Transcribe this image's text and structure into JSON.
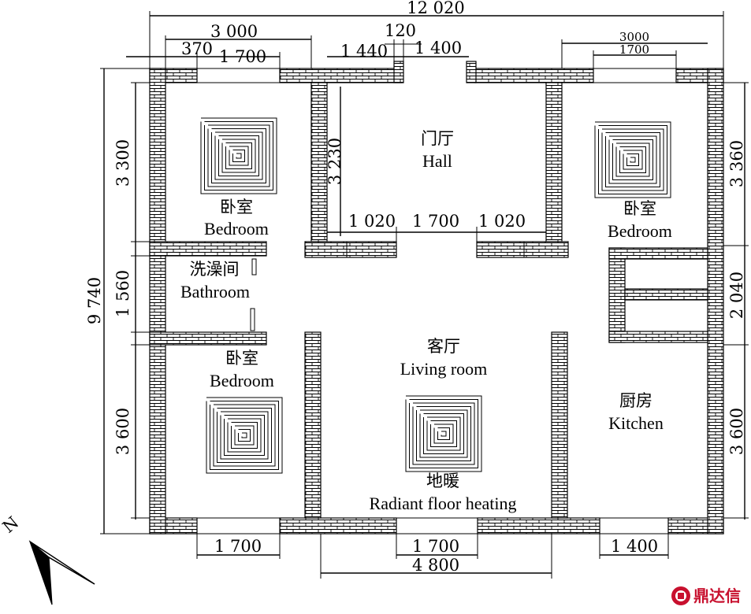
{
  "rooms": {
    "hall": {
      "zh": "门厅",
      "en": "Hall"
    },
    "bedroom_nw": {
      "zh": "卧室",
      "en": "Bedroom"
    },
    "bedroom_ne": {
      "zh": "卧室",
      "en": "Bedroom"
    },
    "bedroom_sw": {
      "zh": "卧室",
      "en": "Bedroom"
    },
    "bathroom": {
      "zh": "洗澡间",
      "en": "Bathroom"
    },
    "living": {
      "zh": "客厅",
      "en": "Living room"
    },
    "kitchen": {
      "zh": "厨房",
      "en": "Kitchen"
    }
  },
  "heating_label": {
    "zh": "地暖",
    "en": "Radiant floor heating"
  },
  "dimensions": {
    "total_width": "12 020",
    "top_left_3000": "3 000",
    "top_left_370": "370",
    "top_left_1700": "1 700",
    "top_1440": "1 440",
    "top_120": "120",
    "top_1400": "1 400",
    "top_right_3000": "3000",
    "top_right_1700": "1700",
    "total_height": "9 740",
    "left_3300": "3 300",
    "left_1560": "1 560",
    "left_3600": "3 600",
    "right_3360": "3 360",
    "right_2040": "2 040",
    "right_3600": "3 600",
    "hall_3230": "3 230",
    "hall_1020_left": "1 020",
    "hall_1700": "1 700",
    "hall_1020_right": "1 020",
    "bottom_1700_left": "1 700",
    "bottom_1700_mid": "1 700",
    "bottom_4800": "4 800",
    "bottom_1400": "1 400"
  },
  "north_label": "N",
  "logo": {
    "text": "鼎达信",
    "icon": "company-logo-icon",
    "color": "#c8102e"
  }
}
